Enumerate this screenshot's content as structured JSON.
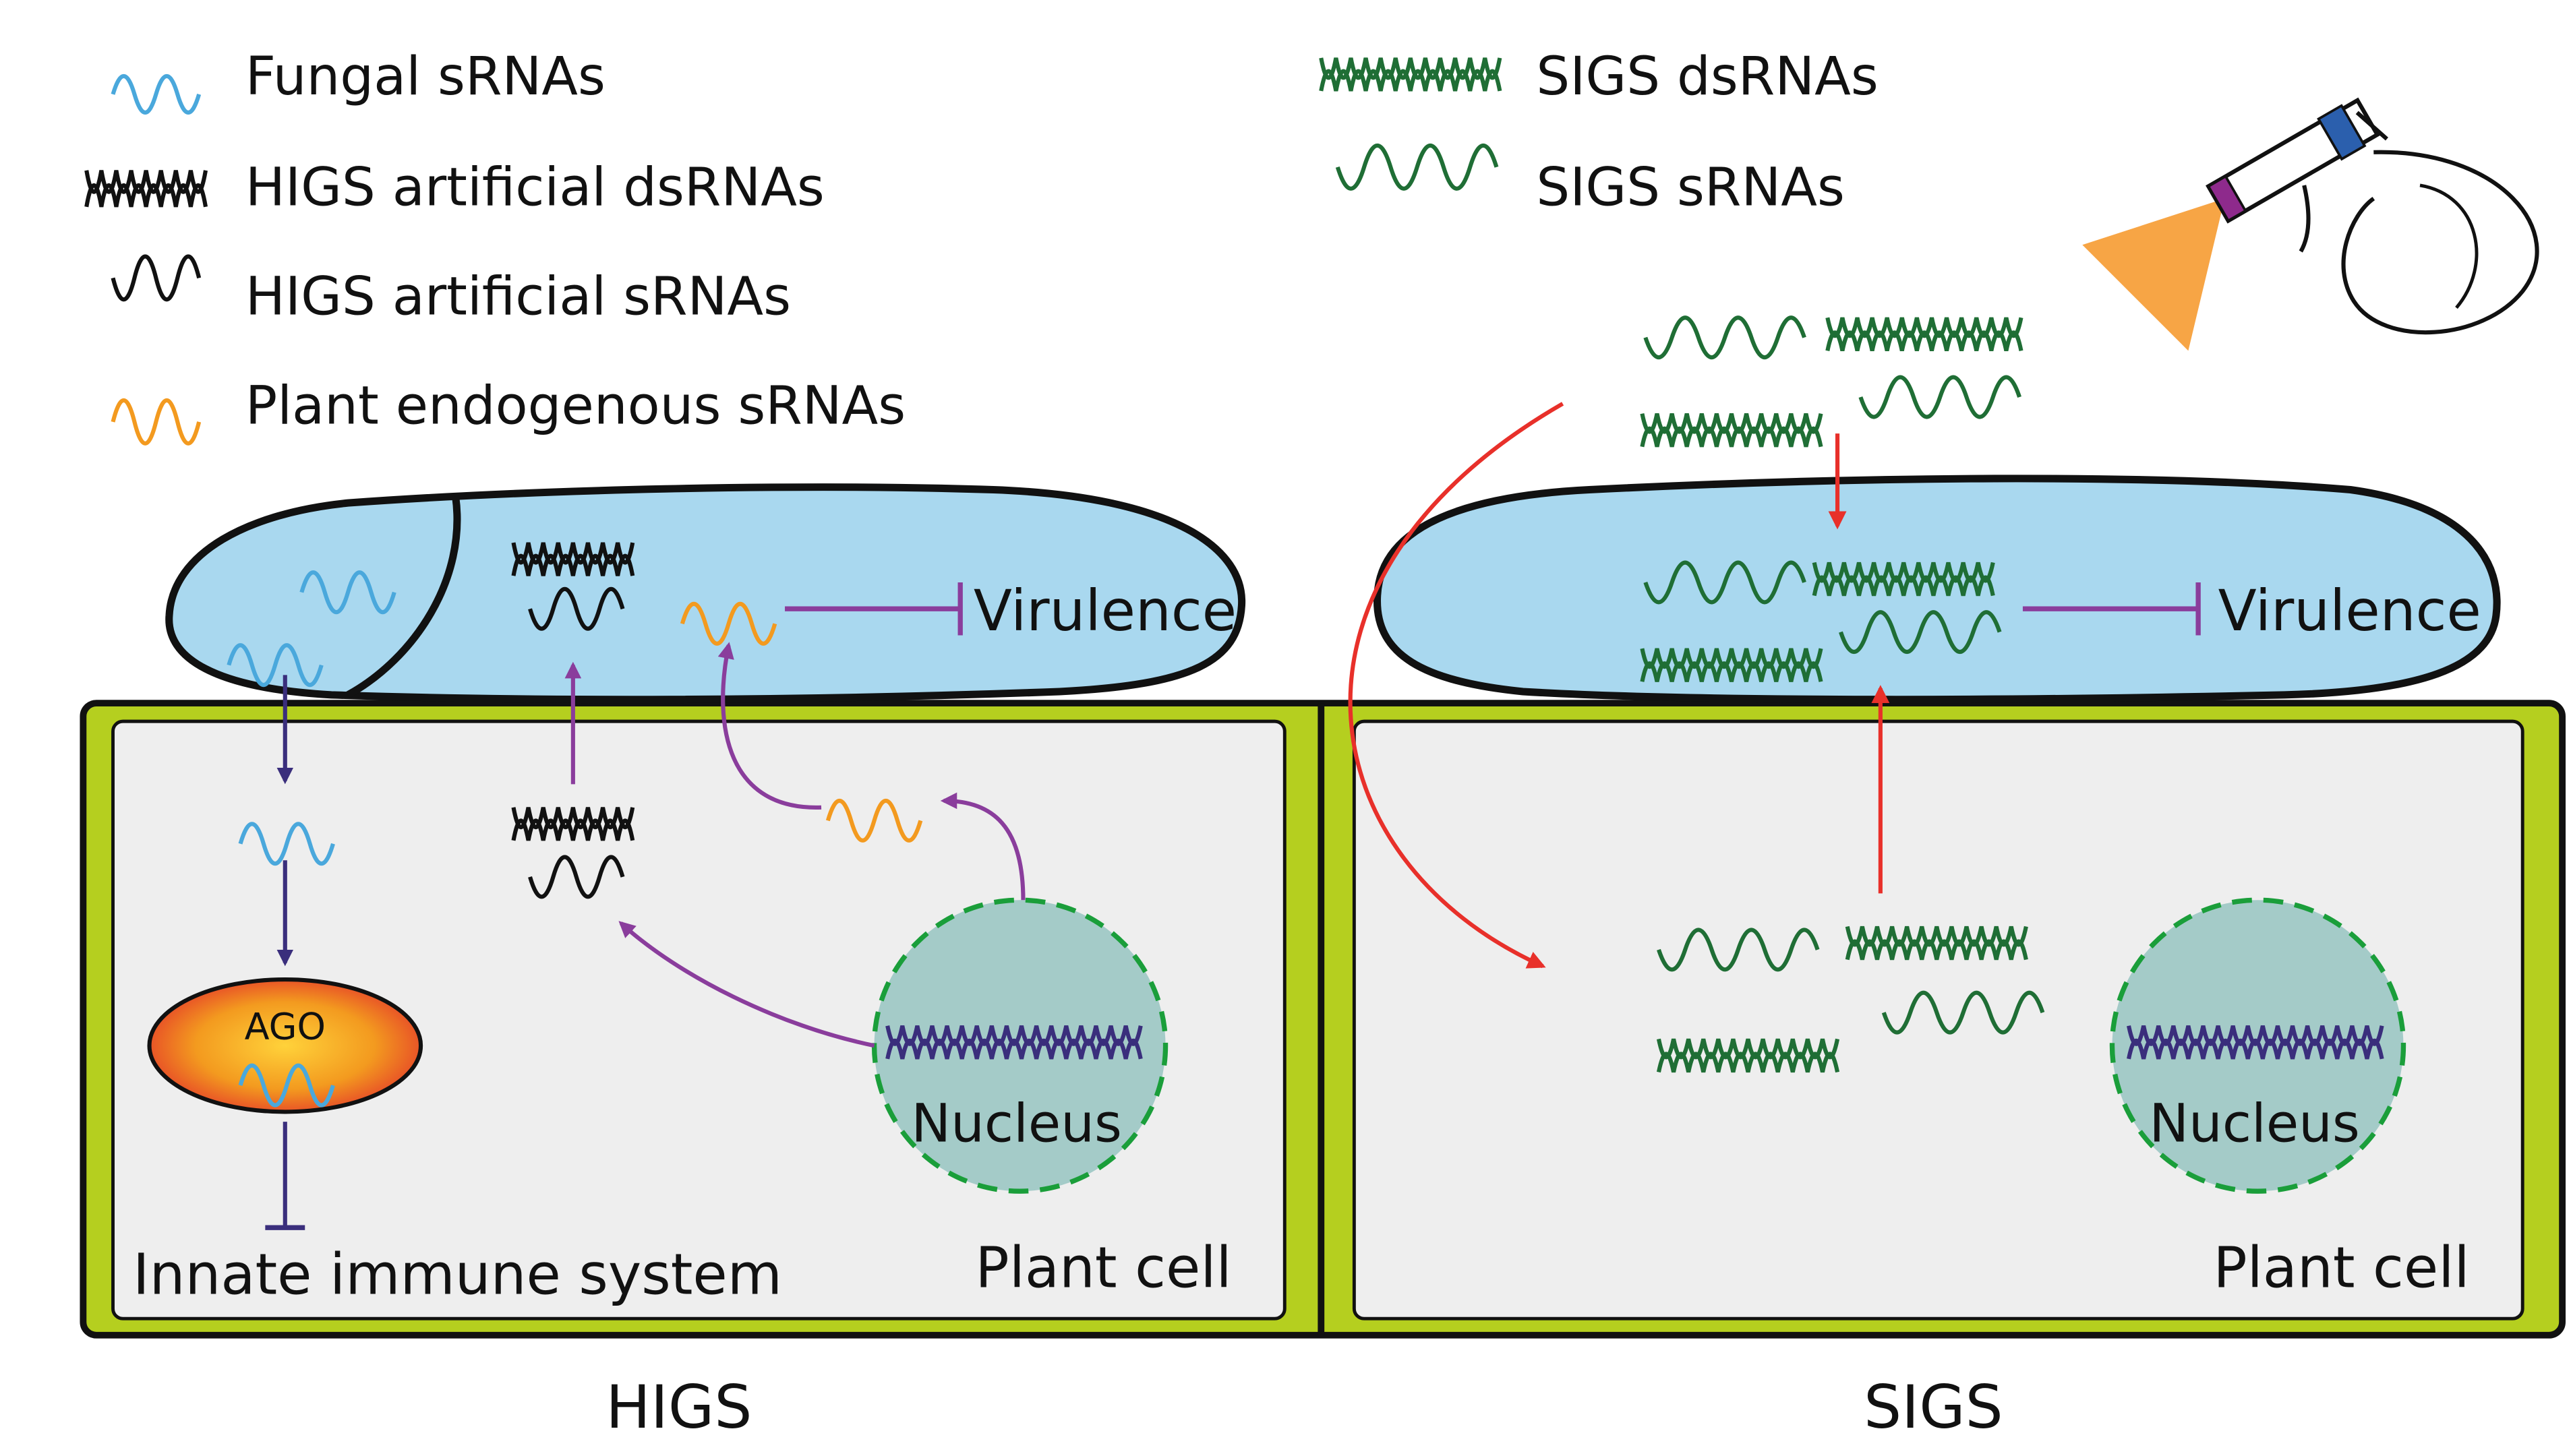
{
  "legend": {
    "fungal_srnas": "Fungal sRNAs",
    "higs_dsrnas": "HIGS artificial dsRNAs",
    "higs_srnas": "HIGS artificial sRNAs",
    "plant_srnas": "Plant endogenous sRNAs",
    "sigs_dsrnas": "SIGS dsRNAs",
    "sigs_srnas": "SIGS sRNAs"
  },
  "higs": {
    "virulence": "Virulence",
    "ago": "AGO",
    "nucleus": "Nucleus",
    "innate_immune": "Innate immune system",
    "plant_cell": "Plant cell",
    "caption": "HIGS"
  },
  "sigs": {
    "virulence": "Virulence",
    "nucleus": "Nucleus",
    "plant_cell": "Plant cell",
    "caption": "SIGS"
  },
  "colors": {
    "fungal": "#4aa8dc",
    "plant_srna": "#f39a1f",
    "sigs_green": "#1f6e35",
    "purple": "#8a3d9c",
    "navy": "#3a2e7c",
    "red_arrow": "#e8302a",
    "fungus_fill": "#a9d8ef",
    "cell_wall": "#b5cf1f",
    "cell_fill": "#eeeeee",
    "nucleus_fill": "#a4cbc8",
    "nucleus_border": "#1a9e3a",
    "spray_cone": "#f7a545"
  }
}
